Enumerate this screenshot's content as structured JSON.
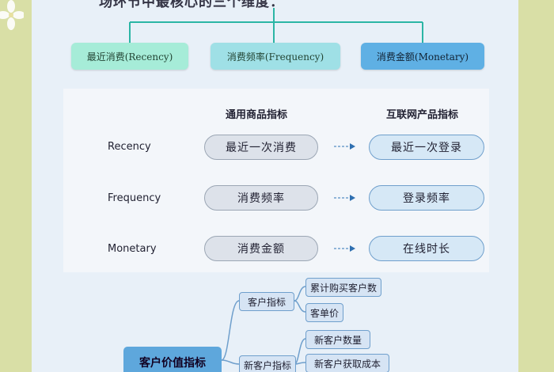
{
  "heading": "场环节中最核心的三个维度：",
  "top_boxes": [
    "最近消费(Recency)",
    "消费频率(Frequency)",
    "消费金额(Monetary)"
  ],
  "table": {
    "col_left": "通用商品指标",
    "col_right": "互联网产品指标",
    "rows": [
      {
        "label": "Recency",
        "left": "最近一次消费",
        "right": "最近一次登录"
      },
      {
        "label": "Frequency",
        "left": "消费频率",
        "right": "登录频率"
      },
      {
        "label": "Monetary",
        "left": "消费金额",
        "right": "在线时长"
      }
    ]
  },
  "tree": {
    "root": "客户价值指标",
    "branches": [
      {
        "label": "客户指标",
        "leaves": [
          "累计购买客户数",
          "客单价"
        ]
      },
      {
        "label": "新客户指标",
        "leaves": [
          "新客户数量",
          "新客户获取成本"
        ]
      }
    ]
  },
  "colors": {
    "accent": "#5ea7dc",
    "background": "#d9dfa6",
    "card": "#e8f0f8"
  }
}
